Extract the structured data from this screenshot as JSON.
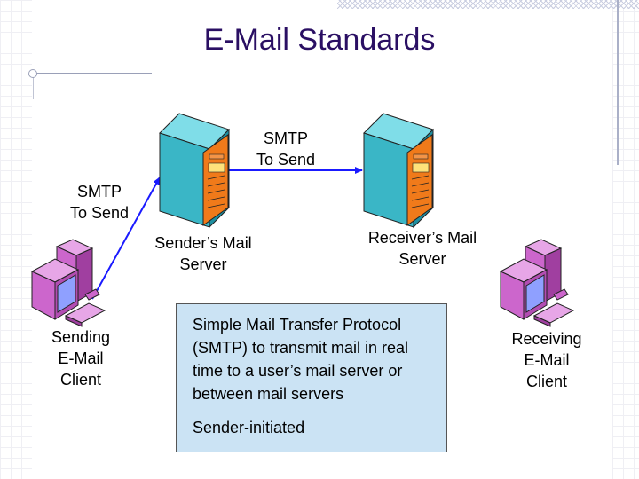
{
  "slide": {
    "title": "E-Mail Standards",
    "labels": {
      "smtp_upper": [
        "SMTP",
        "To Send"
      ],
      "smtp_left": [
        "SMTP",
        "To Send"
      ],
      "sender_server": [
        "Sender’s Mail",
        "Server"
      ],
      "receiver_server": [
        "Receiver’s Mail",
        "Server"
      ],
      "sending_client": [
        "Sending",
        "E-Mail",
        "Client"
      ],
      "receiving_client": [
        "Receiving",
        "E-Mail",
        "Client"
      ]
    },
    "info_box": {
      "description": "Simple Mail Transfer Protocol (SMTP) to transmit mail in real time to a user’s mail server or between mail servers",
      "note": "Sender-initiated"
    }
  },
  "colors": {
    "title": "#2a0f63",
    "server_teal": "#3ab6c6",
    "server_orange": "#f07a1a",
    "client_pink": "#cc66cc",
    "info_box_fill": "#cbe3f4",
    "arrow": "#1a1aff"
  },
  "icons": [
    "server-icon",
    "computer-icon"
  ]
}
